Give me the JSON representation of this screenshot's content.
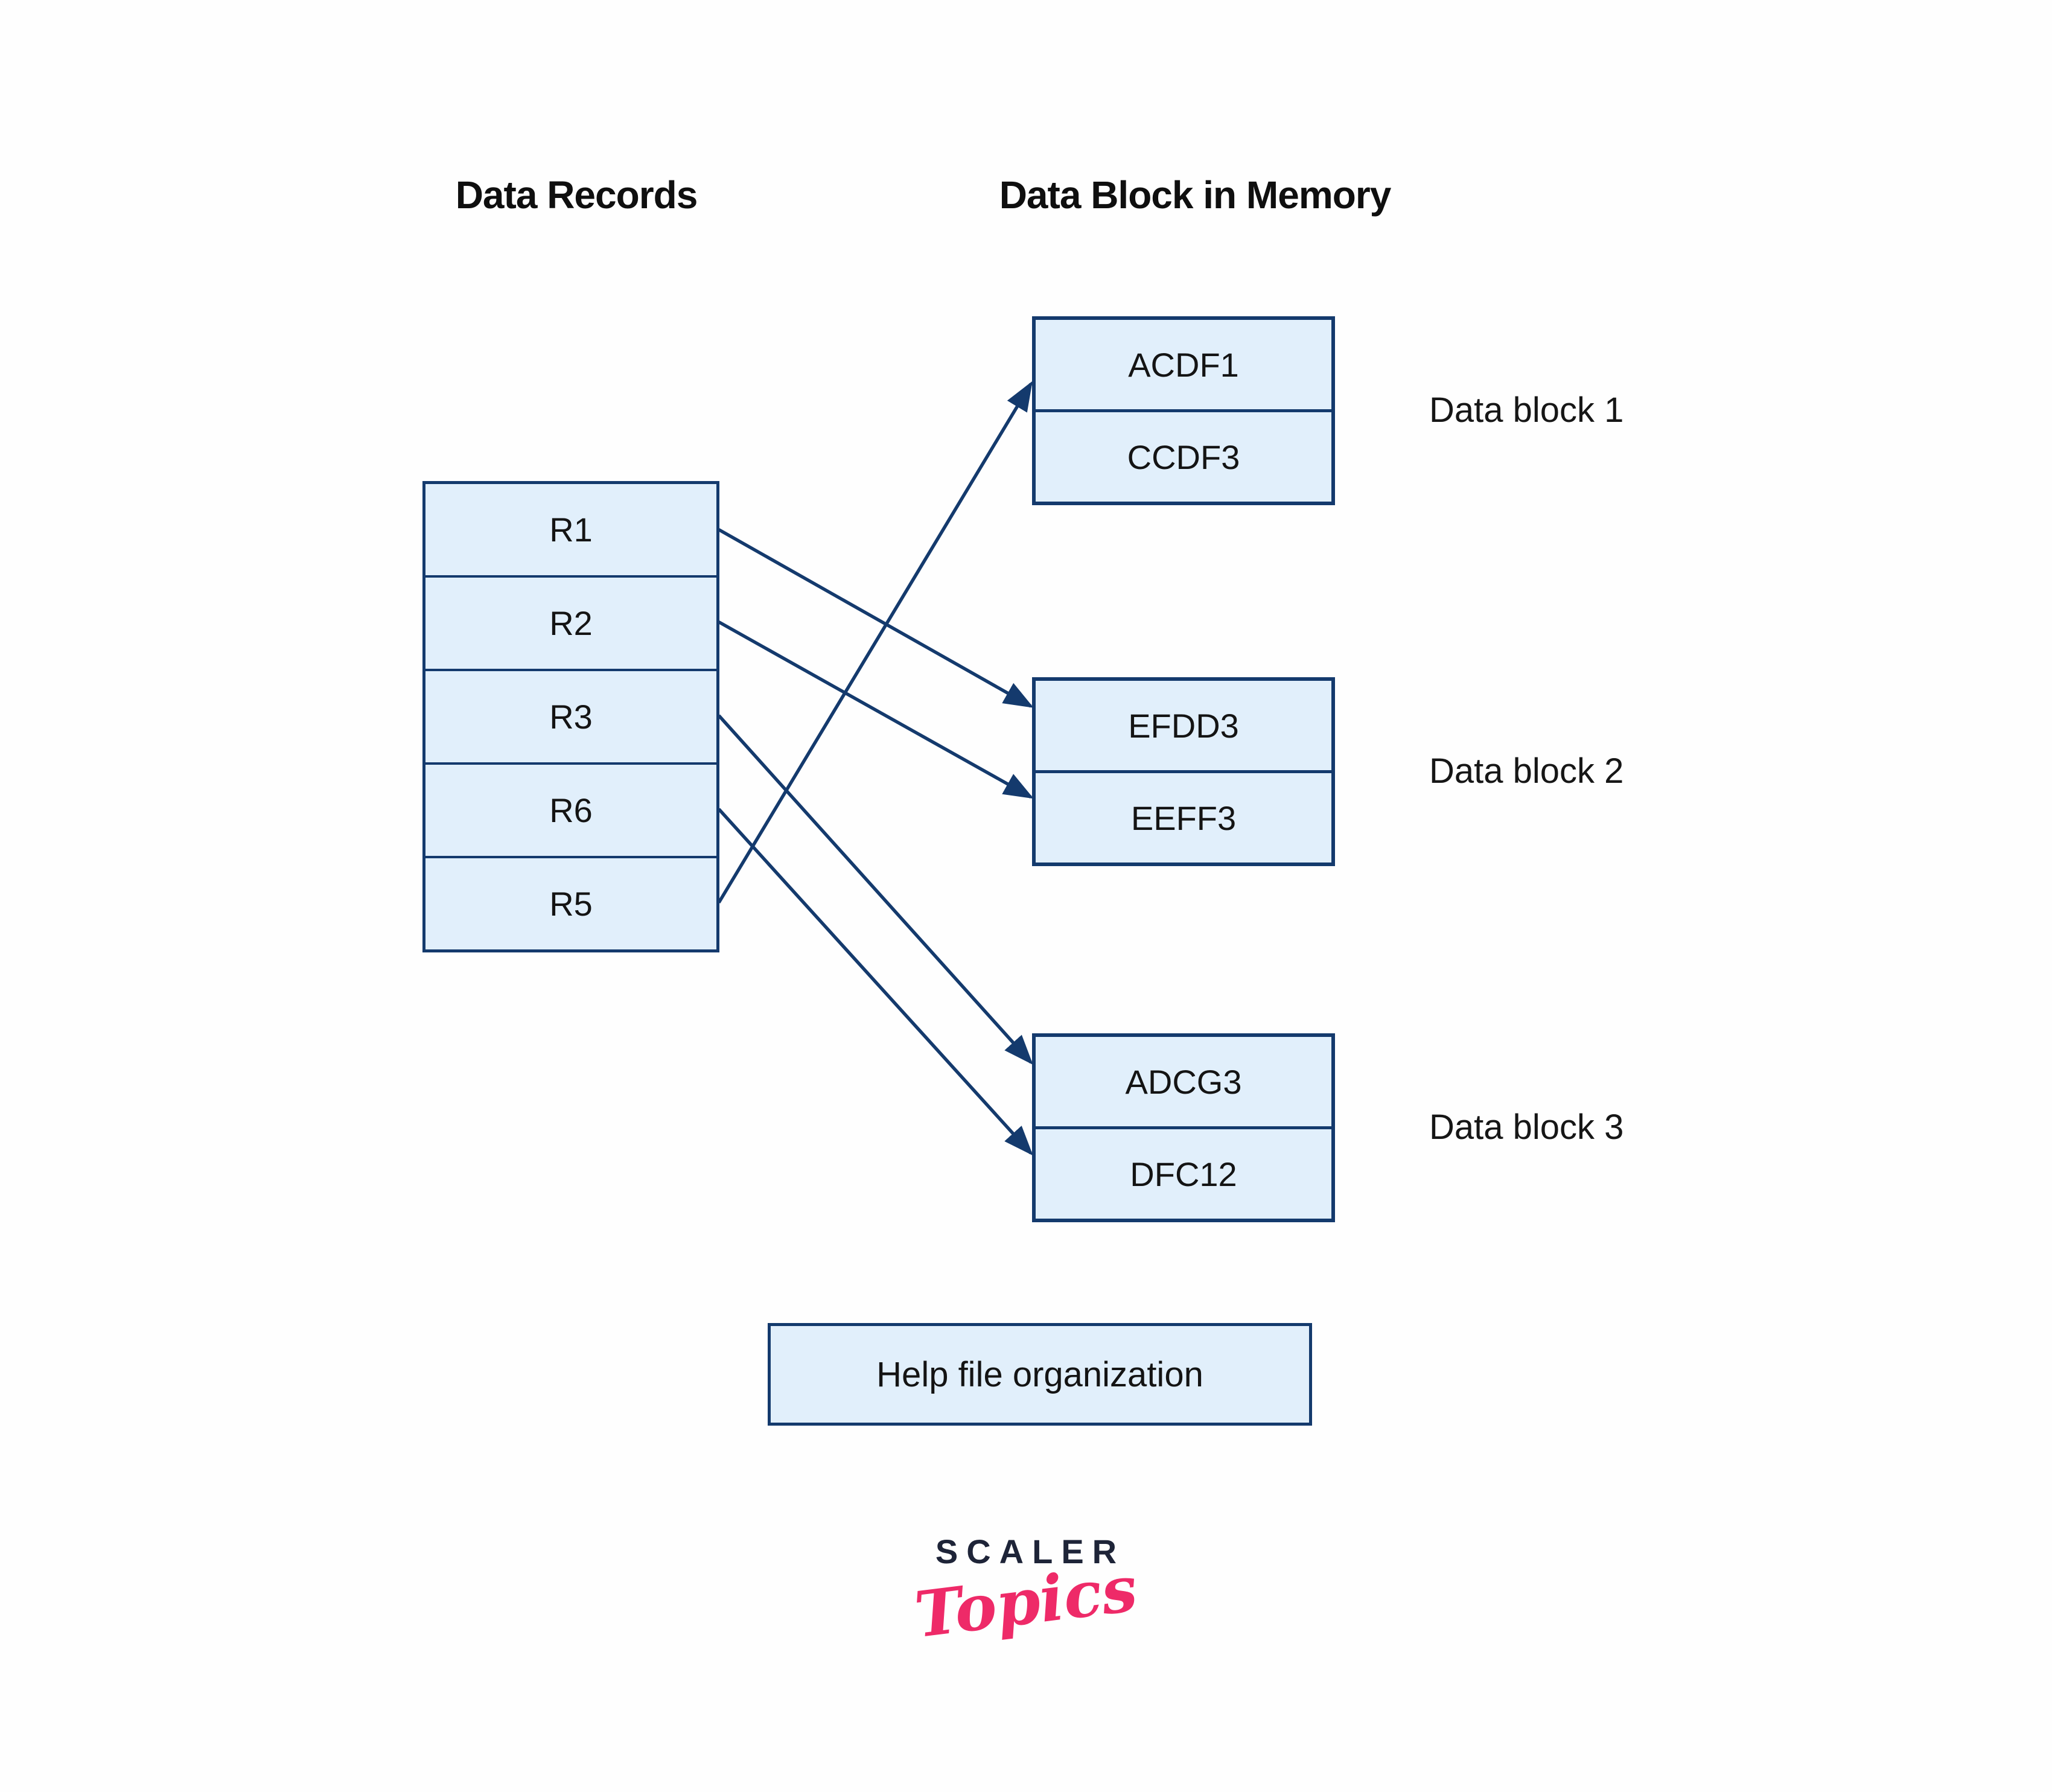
{
  "page": {
    "background": "#fefefe"
  },
  "diagram": {
    "left_title": "Data Records",
    "right_title": "Data Block in Memory",
    "records": [
      "R1",
      "R2",
      "R3",
      "R6",
      "R5"
    ],
    "blocks": [
      {
        "label": "Data block 1",
        "cells": [
          "ACDF1",
          "CCDF3"
        ]
      },
      {
        "label": "Data block 2",
        "cells": [
          "EFDD3",
          "EEFF3"
        ]
      },
      {
        "label": "Data block 3",
        "cells": [
          "ADCG3",
          "DFC12"
        ]
      }
    ],
    "arrows": [
      {
        "from": "R1",
        "to": "EFDD3"
      },
      {
        "from": "R2",
        "to": "EEFF3"
      },
      {
        "from": "R3",
        "to": "ADCG3"
      },
      {
        "from": "R6",
        "to": "DFC12"
      },
      {
        "from": "R5",
        "to": "ACDF1"
      }
    ],
    "caption": "Help file organization",
    "colors": {
      "box_fill": "#e1effb",
      "box_border": "#143a6d",
      "arrow": "#143a6d",
      "text": "#141414",
      "logo_navy": "#1e2438",
      "logo_pink": "#ee2a68"
    }
  },
  "logo": {
    "brand": "SCALER",
    "word": "Topics"
  }
}
